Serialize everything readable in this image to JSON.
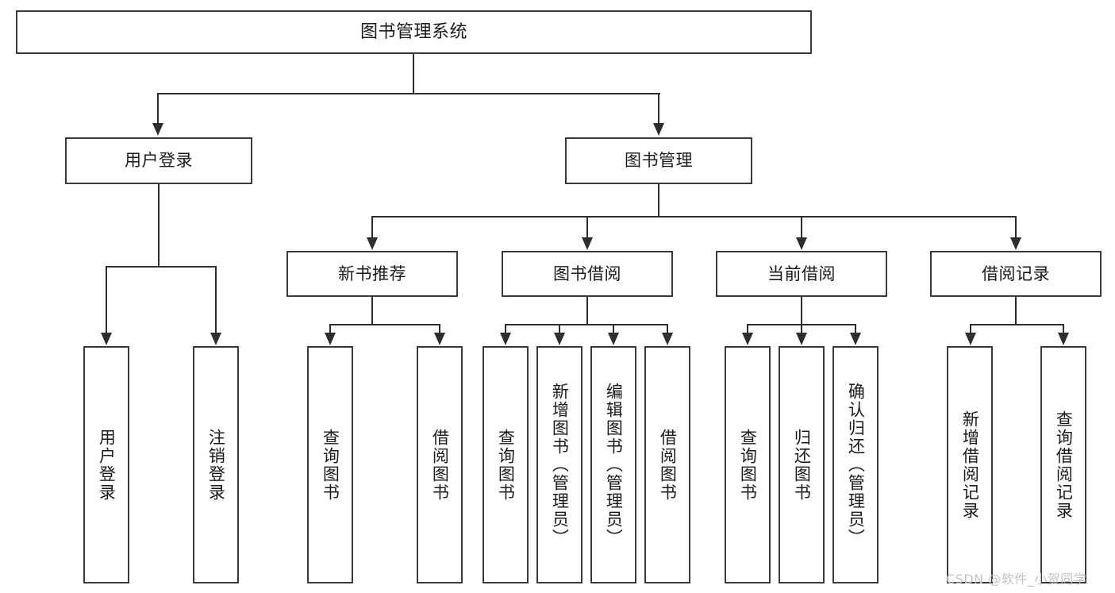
{
  "diagram": {
    "type": "tree-hierarchy-chart",
    "root": {
      "label": "图书管理系统"
    },
    "level1": [
      {
        "label": "用户登录"
      },
      {
        "label": "图书管理"
      }
    ],
    "level2": [
      {
        "label": "新书推荐"
      },
      {
        "label": "图书借阅"
      },
      {
        "label": "当前借阅"
      },
      {
        "label": "借阅记录"
      }
    ],
    "leaves": {
      "user_login": [
        {
          "label": "用户登录"
        },
        {
          "label": "注销登录"
        }
      ],
      "new_book_recommend": [
        {
          "label": "查询图书"
        },
        {
          "label": "借阅图书"
        }
      ],
      "book_borrow": [
        {
          "label": "查询图书"
        },
        {
          "label": "新增图书（管理员）"
        },
        {
          "label": "编辑图书（管理员）"
        },
        {
          "label": "借阅图书"
        }
      ],
      "current_borrow": [
        {
          "label": "查询图书"
        },
        {
          "label": "归还图书"
        },
        {
          "label": "确认归还（管理员）"
        }
      ],
      "borrow_record": [
        {
          "label": "新增借阅记录"
        },
        {
          "label": "查询借阅记录"
        }
      ]
    }
  },
  "watermark": {
    "text": "CSDN @软件_小贺同学"
  },
  "colors": {
    "border": "#3a3a3a",
    "connector": "#2e2e2e",
    "background": "#ffffff",
    "text": "#1a1a1a",
    "watermark": "#c3c3c3"
  }
}
